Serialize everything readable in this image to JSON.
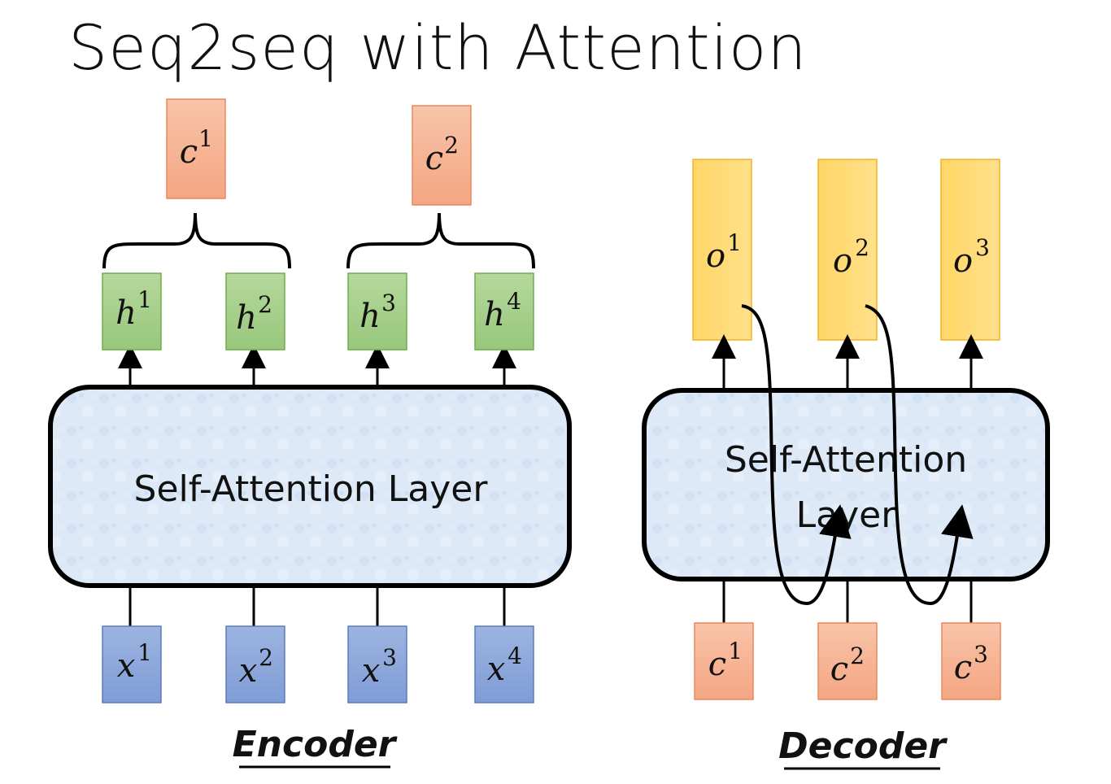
{
  "title": "Seq2seq with Attention",
  "encoder": {
    "caption": "Encoder",
    "layer_label": "Self-Attention Layer",
    "inputs": [
      {
        "base": "x",
        "sup": "1"
      },
      {
        "base": "x",
        "sup": "2"
      },
      {
        "base": "x",
        "sup": "3"
      },
      {
        "base": "x",
        "sup": "4"
      }
    ],
    "hidden": [
      {
        "base": "h",
        "sup": "1"
      },
      {
        "base": "h",
        "sup": "2"
      },
      {
        "base": "h",
        "sup": "3"
      },
      {
        "base": "h",
        "sup": "4"
      }
    ],
    "contexts": [
      {
        "base": "c",
        "sup": "1"
      },
      {
        "base": "c",
        "sup": "2"
      }
    ]
  },
  "decoder": {
    "caption": "Decoder",
    "layer_label_line1": "Self-Attention",
    "layer_label_line2": "Layer",
    "inputs": [
      {
        "base": "c",
        "sup": "1"
      },
      {
        "base": "c",
        "sup": "2"
      },
      {
        "base": "c",
        "sup": "3"
      }
    ],
    "outputs": [
      {
        "base": "o",
        "sup": "1"
      },
      {
        "base": "o",
        "sup": "2"
      },
      {
        "base": "o",
        "sup": "3"
      }
    ]
  },
  "colors": {
    "input_blue": "#8ea9db",
    "hidden_green": "#a9d18e",
    "context_orange": "#f4b183",
    "output_yellow": "#ffd966",
    "layer_fill": "#dbe8f6",
    "stroke": "#000000"
  }
}
